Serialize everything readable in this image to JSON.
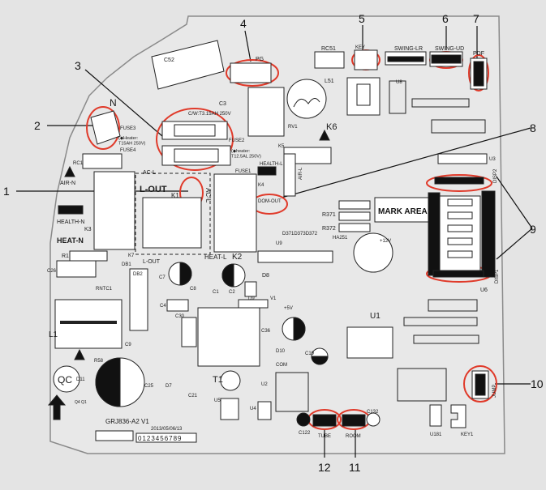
{
  "callouts": [
    "1",
    "2",
    "3",
    "4",
    "5",
    "6",
    "7",
    "8",
    "9",
    "10",
    "11",
    "12"
  ],
  "board_labels": {
    "n": "N",
    "fuse3": "FUSE3",
    "heater_note_left": "(◆Heater:\nT15AH 250V)",
    "fuse4": "FUSE4",
    "c52": "C52",
    "pg": "PG",
    "c3": "C3",
    "fuse_rating": "C/W:T3.15AH 250V",
    "fuse2": "FUSE2",
    "heater_note_right": "(◆heater:\nT12.5AL 250V)",
    "fuse1": "FUSE1",
    "rc51": "RC51",
    "key": "KEY",
    "swing_lr": "SWING-LR",
    "swing_ud": "SWING-UD",
    "pdf": "PDF",
    "l51": "L51",
    "rv1": "RV1",
    "k6": "K6",
    "k5": "K5",
    "ac_l_top": "AC-L",
    "ac_l_mid": "AC-L",
    "l_out": "L-OUT",
    "k1": "K1",
    "air_n": "AIR-N",
    "rc1": "RC1",
    "health_n": "HEALTH-N",
    "k3": "K3",
    "heat_n": "HEAT-N",
    "k7": "K7",
    "health_l": "HEALTH-L",
    "k4": "K4",
    "air_l": "AIR-L",
    "dom_out": "DOM-OUT",
    "mark_area": "MARK AREA",
    "r371": "R371",
    "r372": "R372",
    "d_labels": "D371D373D372",
    "ha251": "HA251",
    "u8": "U8",
    "u3": "U3",
    "disp2": "DISP2",
    "disp1": "DISP1",
    "u6": "U6",
    "r1": "R1",
    "c26": "C26",
    "db1": "DB1",
    "db2": "DB2",
    "rntc1": "RNTC1",
    "l_out_2": "L-OUT",
    "heat_l": "HEAT-L",
    "k2": "K2",
    "c7": "C7",
    "c8": "C8",
    "c1": "C1",
    "c2": "C2",
    "d8": "D8",
    "d9": "D9",
    "u9": "U9",
    "v1": "V1",
    "u1": "U1",
    "c4": "C4",
    "c30": "C30",
    "c9": "C9",
    "l1": "L1",
    "r58": "R58",
    "qc": "QC",
    "d11": "D11",
    "c25": "C25",
    "d7": "D7",
    "t1": "T1",
    "c36": "C36",
    "c19": "C19",
    "d10": "D10",
    "com": "COM",
    "u5": "U5",
    "c21": "C21",
    "u2": "U2",
    "u4": "U4",
    "c122": "C122",
    "c132": "C132",
    "tube": "TUBE",
    "room": "ROOM",
    "jump": "JUMP",
    "u181": "U181",
    "key1": "KEY1",
    "model": "GRJ836-A2 V1",
    "date": "2013/05/06/13",
    "digits": "0123456789",
    "plus5v_a": "+5V",
    "plus12v": "+12V",
    "q4q1": "Q4 Q1"
  }
}
